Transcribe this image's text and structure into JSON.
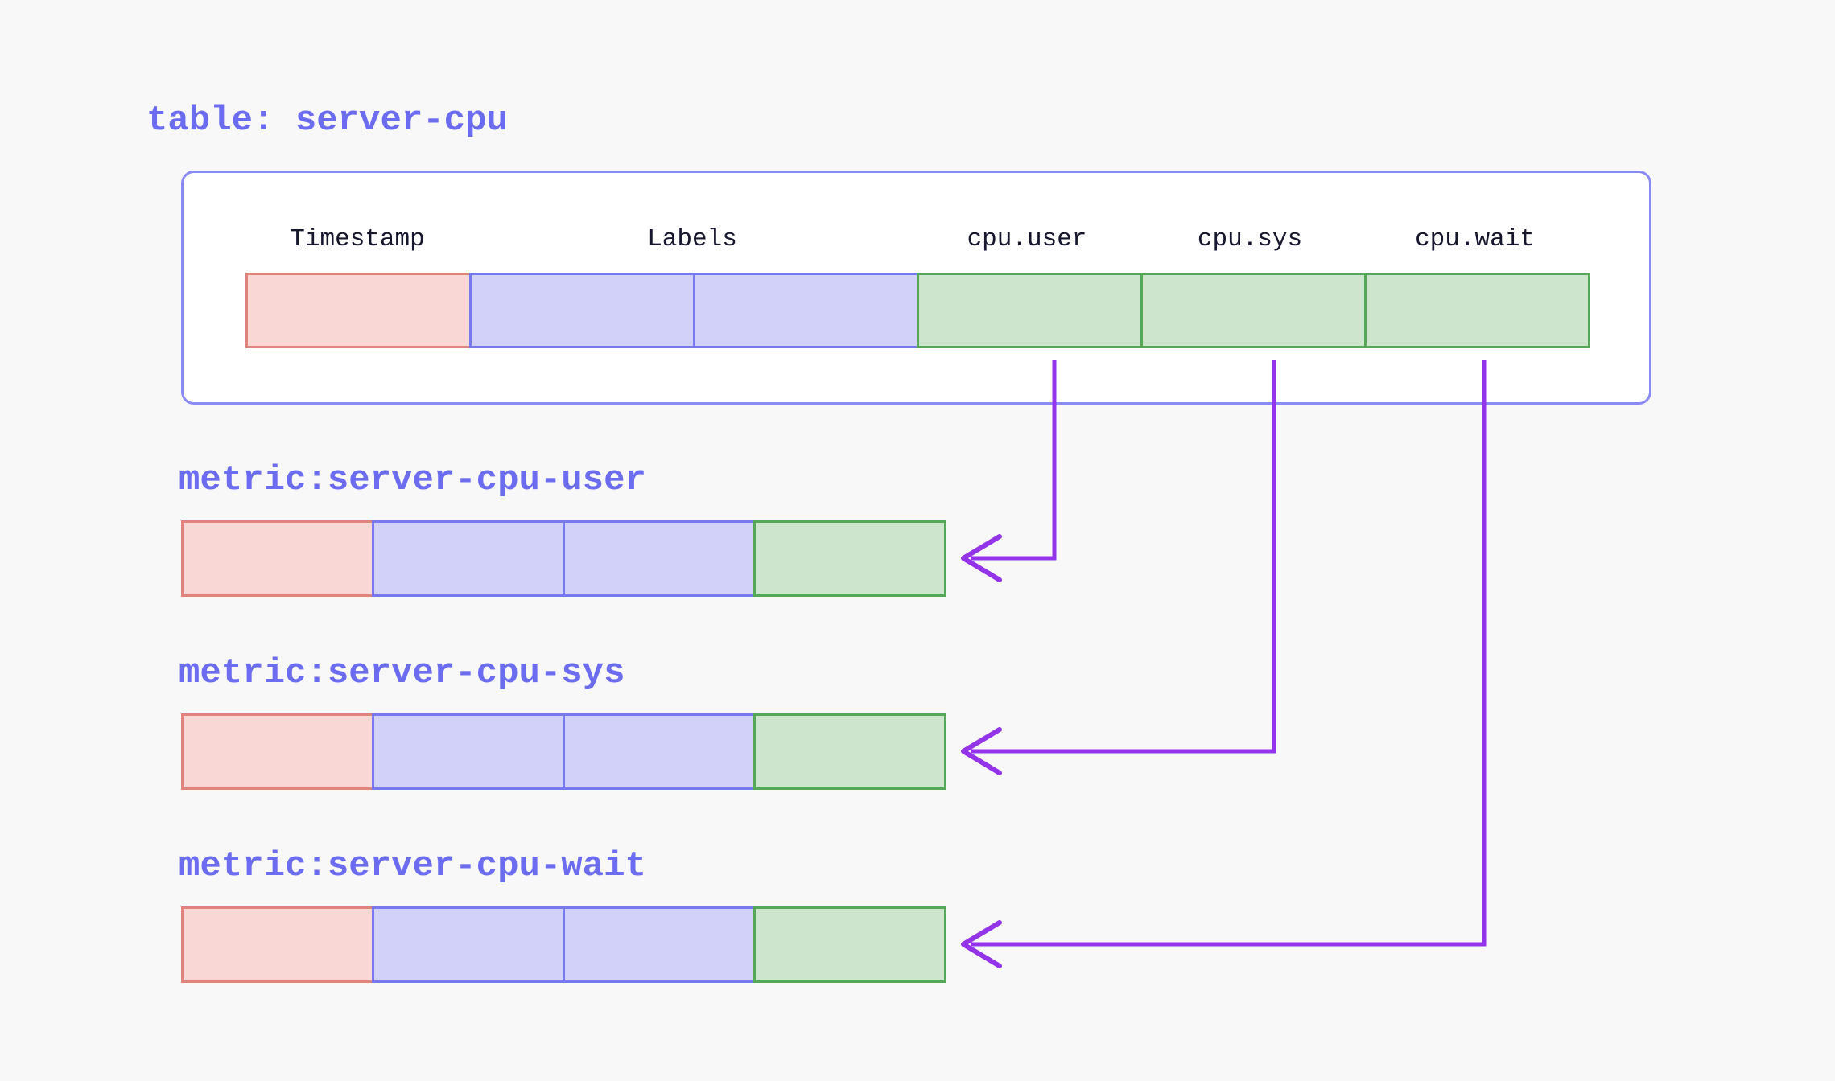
{
  "diagram_title": "table: server-cpu",
  "colors": {
    "background": "#f8f8f9",
    "panel_fill": "#ffffff",
    "panel_border": "#8a8af5",
    "timestamp_fill": "#f8d7d4",
    "timestamp_border": "#e0837c",
    "labels_fill": "#d1d1f9",
    "labels_border": "#7878ef",
    "field_fill": "#cde5cc",
    "field_border": "#55a855",
    "heading_text": "#6c6cf0",
    "column_text": "#16162e",
    "arrow": "#9333ea"
  },
  "table": {
    "title": "table: server-cpu",
    "columns": [
      {
        "label": "Timestamp",
        "kind": "timestamp"
      },
      {
        "label": "Labels",
        "kind": "labels"
      },
      {
        "label": "cpu.user",
        "kind": "field"
      },
      {
        "label": "cpu.sys",
        "kind": "field"
      },
      {
        "label": "cpu.wait",
        "kind": "field"
      }
    ]
  },
  "metrics": [
    {
      "title": "metric:server-cpu-user",
      "source_column": "cpu.user"
    },
    {
      "title": "metric:server-cpu-sys",
      "source_column": "cpu.sys"
    },
    {
      "title": "metric:server-cpu-wait",
      "source_column": "cpu.wait"
    }
  ]
}
